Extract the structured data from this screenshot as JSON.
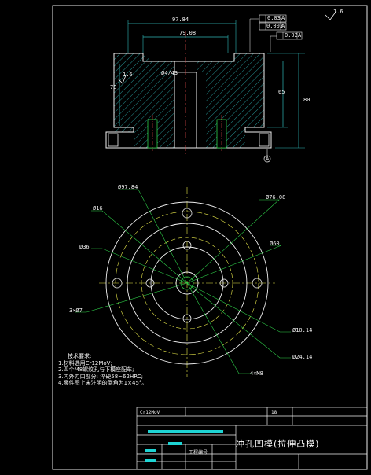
{
  "drawing_title": "冲孔凹模(拉伸凸模)",
  "section_view": {
    "dims": {
      "outer_dia": "97.84",
      "inner_dia": "79.08",
      "height_total": "80",
      "height_inner": "65",
      "left_height": "70",
      "bore_label": "Ø4/43"
    },
    "tolerances": {
      "flatness": "0.03",
      "flatness_ref": "A",
      "perp_1": "0.002",
      "perp_1_ref": "A",
      "position": "0.02",
      "position_ref": "A"
    },
    "roughness_corner": "1.6",
    "roughness_left": "1.6",
    "datum": "A"
  },
  "plan_view": {
    "labels": {
      "top_left": "Ø97.84",
      "top_right": "Ø76.08",
      "left_a": "Ø16",
      "left_b": "Ø36",
      "left_c": "3×Ø7",
      "right_a": "Ø60",
      "right_b": "Ø10.14",
      "right_c": "Ø24.14",
      "bottom_right": "4×M8"
    }
  },
  "notes": {
    "heading": "技术要求:",
    "items": [
      "1.材料选用Cr12MoV;",
      "2.四个M8螺纹孔与下模座配车;",
      "3.内外刃口部分: 淬硬58~62HRC;",
      "4.零件图上未注明的倒角为1×45°。"
    ]
  },
  "title_block": {
    "material": "Cr12MoV",
    "quantity": "18",
    "cell_label": "工程编号"
  }
}
